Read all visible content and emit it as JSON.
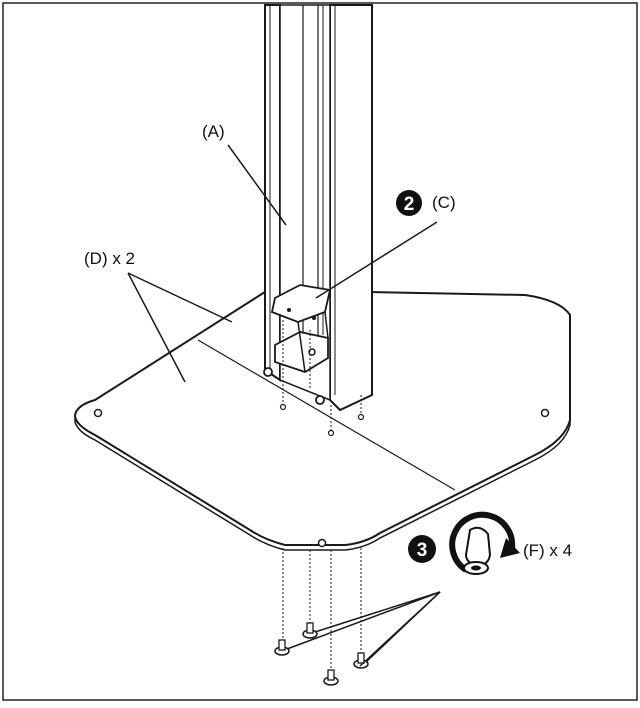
{
  "labels": {
    "a": "(A)",
    "c": "(C)",
    "d": "(D) x 2",
    "f": "(F) x 4"
  },
  "steps": {
    "two": "2",
    "three": "3"
  },
  "colors": {
    "line": "#1a1a1a",
    "fill": "#ffffff",
    "badge": "#111111"
  },
  "icons": {
    "rotate": "clockwise-rotate-icon",
    "screw": "screw-icon"
  }
}
